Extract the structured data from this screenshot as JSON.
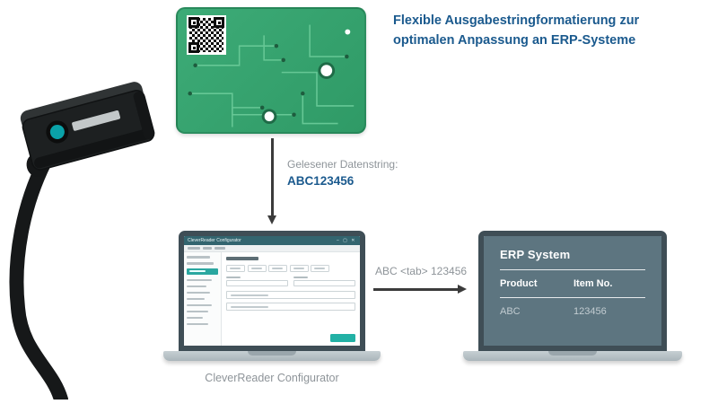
{
  "colors": {
    "heading_blue": "#1b5a8e",
    "teal_accent": "#22b1a5",
    "pcb_green": "#3dab77",
    "erp_slate": "#5d7580",
    "laptop_frame": "#3f4e56",
    "laptop_base": "#b9c2c6",
    "arrow_gray": "#3b3b3b",
    "muted_text": "#8e9499"
  },
  "icons": {
    "qr_code": "checkerboard matrix code",
    "down_arrow": "solid down arrow",
    "right_arrow": "solid right arrow",
    "sensor_device": "black handheld code reader with teal button and cable"
  },
  "heading": {
    "line1": "Flexible Ausgabestringformatierung zur",
    "line2": "optimalen Anpassung an ERP-Systeme"
  },
  "datastring": {
    "label": "Gelesener Datenstring:",
    "value": "ABC123456"
  },
  "transfer_label": "ABC <tab> 123456",
  "configurator": {
    "window_title": "CleverReader Configurator",
    "window_controls": "‒ ▢ ✕",
    "caption": "CleverReader Configurator"
  },
  "erp": {
    "title": "ERP System",
    "columns": [
      "Product",
      "Item No."
    ],
    "row": [
      "ABC",
      "123456"
    ]
  }
}
